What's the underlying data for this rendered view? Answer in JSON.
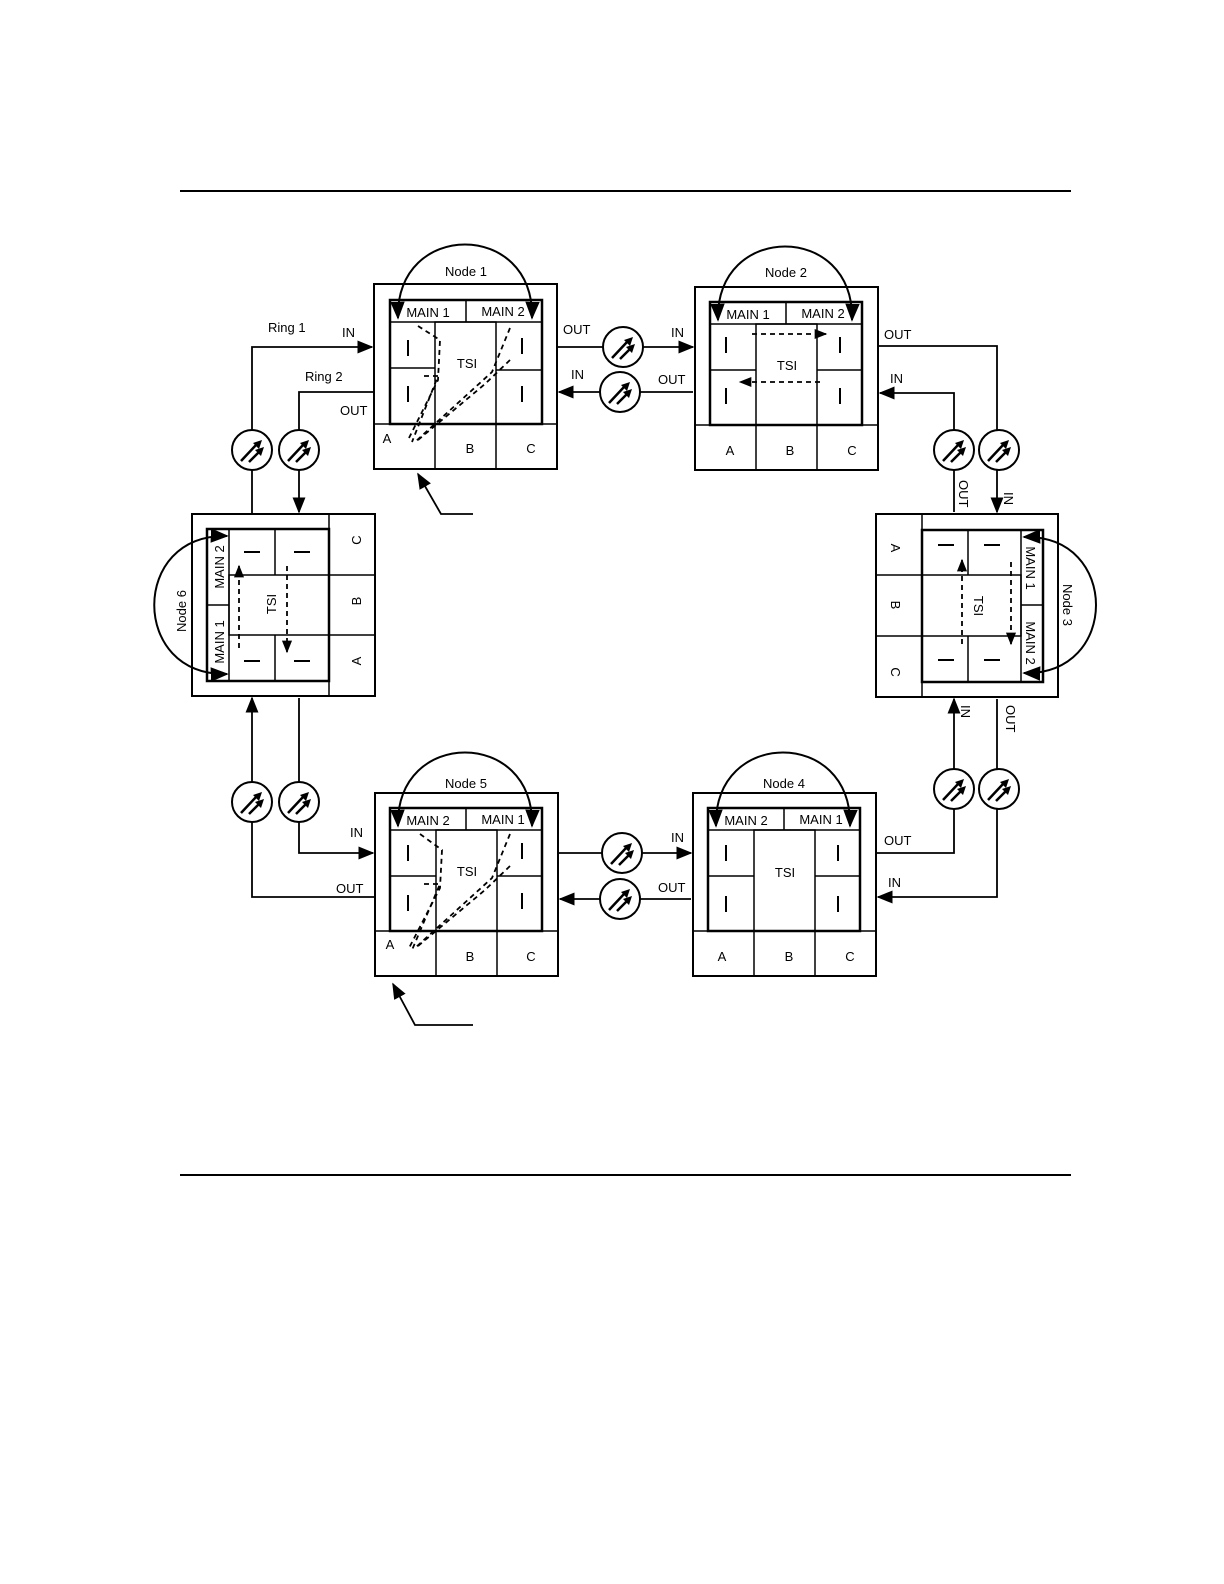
{
  "nodes": {
    "node1": {
      "title": "Node 1",
      "main_left": "MAIN 1",
      "main_right": "MAIN 2",
      "tsi": "TSI",
      "slot_a": "A",
      "slot_b": "B",
      "slot_c": "C"
    },
    "node2": {
      "title": "Node 2",
      "main_left": "MAIN 1",
      "main_right": "MAIN 2",
      "tsi": "TSI",
      "slot_a": "A",
      "slot_b": "B",
      "slot_c": "C"
    },
    "node3": {
      "title": "Node 3",
      "main_top": "MAIN 1",
      "main_bottom": "MAIN 2",
      "tsi": "TSI",
      "slot_a": "A",
      "slot_b": "B",
      "slot_c": "C"
    },
    "node4": {
      "title": "Node 4",
      "main_left": "MAIN 2",
      "main_right": "MAIN 1",
      "tsi": "TSI",
      "slot_a": "A",
      "slot_b": "B",
      "slot_c": "C"
    },
    "node5": {
      "title": "Node 5",
      "main_left": "MAIN 2",
      "main_right": "MAIN 1",
      "tsi": "TSI",
      "slot_a": "A",
      "slot_b": "B",
      "slot_c": "C"
    },
    "node6": {
      "title": "Node 6",
      "main_top": "MAIN 2",
      "main_bottom": "MAIN 1",
      "tsi": "TSI",
      "slot_a": "A",
      "slot_b": "B",
      "slot_c": "C"
    }
  },
  "rings": {
    "ring1": "Ring 1",
    "ring2": "Ring 2"
  },
  "ports": {
    "in": "IN",
    "out": "OUT"
  }
}
